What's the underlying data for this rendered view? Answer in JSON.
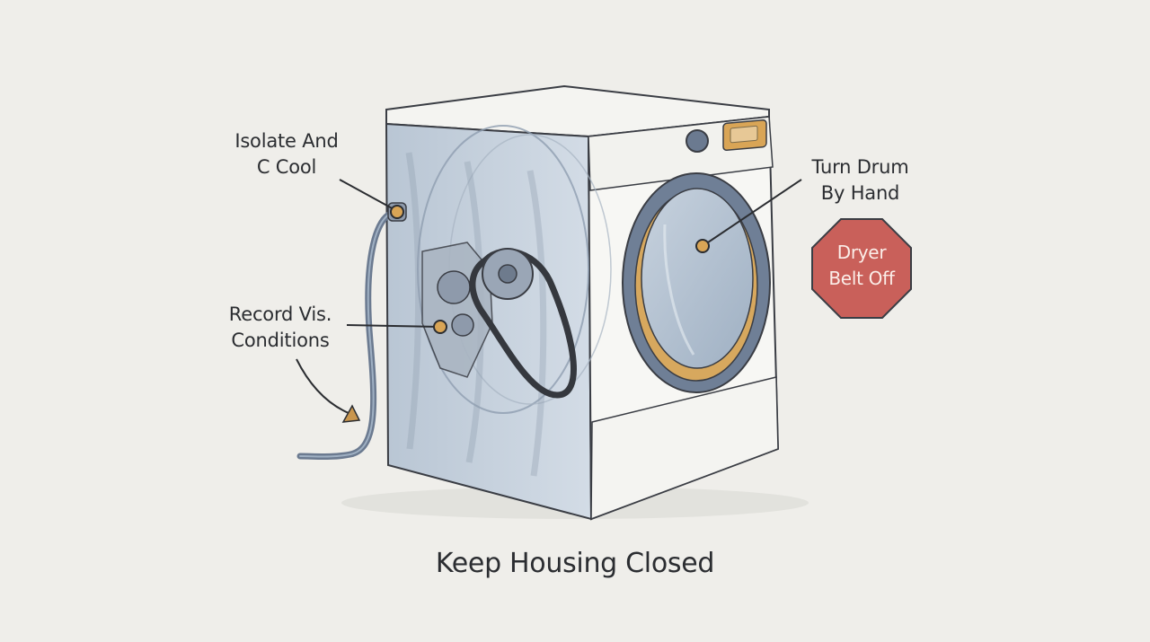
{
  "callouts": {
    "isolate": {
      "line1": "Isolate And",
      "line2": "C Cool"
    },
    "record": {
      "line1": "Record Vis.",
      "line2": "Conditions"
    },
    "turn": {
      "line1": "Turn Drum",
      "line2": "By Hand"
    }
  },
  "stop_sign": {
    "line1": "Dryer",
    "line2": "Belt Off"
  },
  "caption": "Keep Housing Closed",
  "colors": {
    "background": "#efeeea",
    "outline": "#3a3d44",
    "cabinet_side": "#c8d2de",
    "cabinet_front": "#f7f7f4",
    "door_ring": "#6f7f96",
    "marker": "#d9a556",
    "stop_sign": "#c9605a"
  }
}
